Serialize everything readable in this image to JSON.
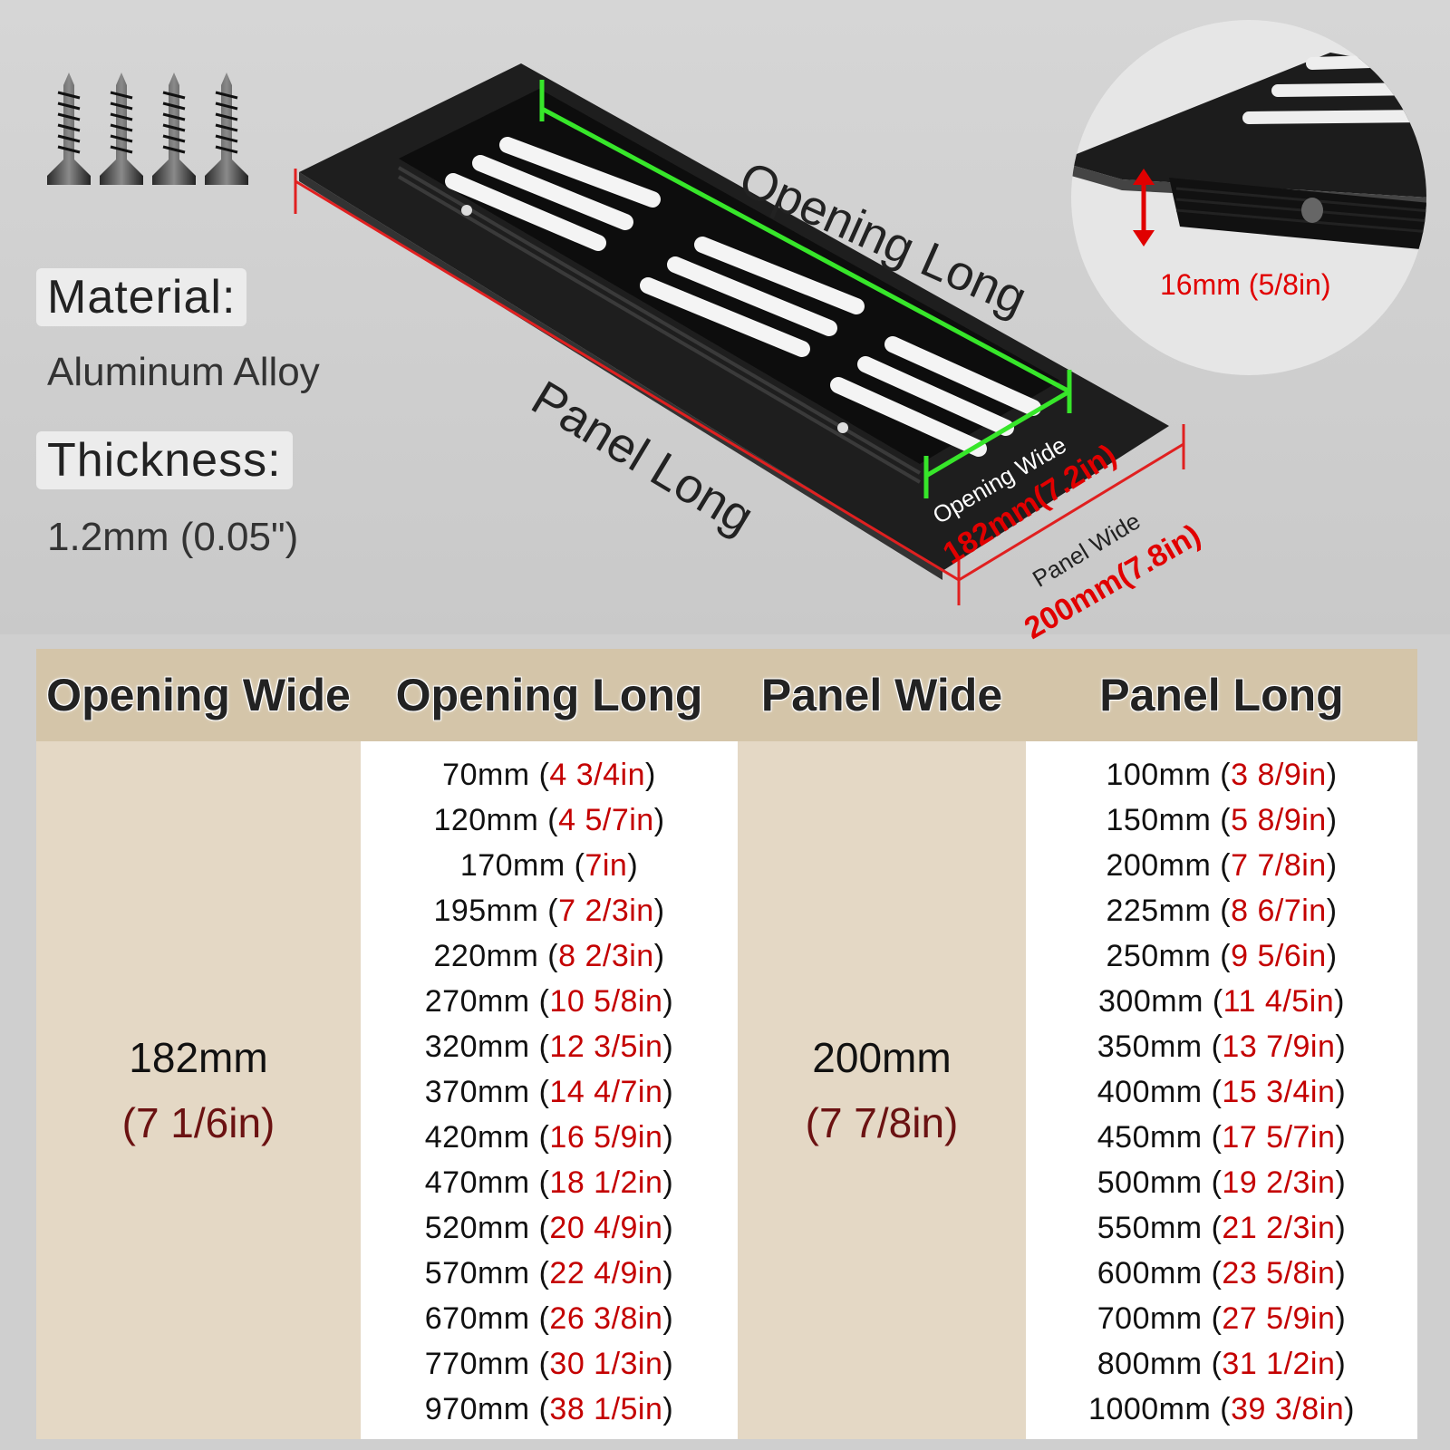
{
  "specs": {
    "material_label": "Material:",
    "material_value": "Aluminum Alloy",
    "thickness_label": "Thickness:",
    "thickness_value": "1.2mm (0.05\")"
  },
  "diagram": {
    "opening_long": "Opening Long",
    "panel_long": "Panel Long",
    "opening_wide": "Opening Wide",
    "opening_wide_value": "182mm(7.2in)",
    "panel_wide": "Panel Wide",
    "panel_wide_value": "200mm(7.8in)",
    "depth_value": "16mm (5/8in)"
  },
  "table": {
    "headers": [
      "Opening Wide",
      "Opening Long",
      "Panel Wide",
      "Panel Long"
    ],
    "opening_wide": {
      "mm": "182mm",
      "in": "(7 1/6in)"
    },
    "panel_wide": {
      "mm": "200mm",
      "in": "(7 7/8in)"
    },
    "opening_long": [
      {
        "mm": "70mm",
        "in": "4 3/4in"
      },
      {
        "mm": "120mm",
        "in": "4 5/7in"
      },
      {
        "mm": "170mm",
        "in": "7in"
      },
      {
        "mm": "195mm",
        "in": "7 2/3in"
      },
      {
        "mm": "220mm",
        "in": "8 2/3in"
      },
      {
        "mm": "270mm",
        "in": "10 5/8in"
      },
      {
        "mm": "320mm",
        "in": "12 3/5in"
      },
      {
        "mm": "370mm",
        "in": "14 4/7in"
      },
      {
        "mm": "420mm",
        "in": "16 5/9in"
      },
      {
        "mm": "470mm",
        "in": "18 1/2in"
      },
      {
        "mm": "520mm",
        "in": "20 4/9in"
      },
      {
        "mm": "570mm",
        "in": "22 4/9in"
      },
      {
        "mm": "670mm",
        "in": "26 3/8in"
      },
      {
        "mm": "770mm",
        "in": "30 1/3in"
      },
      {
        "mm": "970mm",
        "in": "38 1/5in"
      }
    ],
    "panel_long": [
      {
        "mm": "100mm",
        "in": "3 8/9in"
      },
      {
        "mm": "150mm",
        "in": "5 8/9in"
      },
      {
        "mm": "200mm",
        "in": "7 7/8in"
      },
      {
        "mm": "225mm",
        "in": "8 6/7in"
      },
      {
        "mm": "250mm",
        "in": "9 5/6in"
      },
      {
        "mm": "300mm",
        "in": "11 4/5in"
      },
      {
        "mm": "350mm",
        "in": "13 7/9in"
      },
      {
        "mm": "400mm",
        "in": "15 3/4in"
      },
      {
        "mm": "450mm",
        "in": "17 5/7in"
      },
      {
        "mm": "500mm",
        "in": "19 2/3in"
      },
      {
        "mm": "550mm",
        "in": "21 2/3in"
      },
      {
        "mm": "600mm",
        "in": "23 5/8in"
      },
      {
        "mm": "700mm",
        "in": "27 5/9in"
      },
      {
        "mm": "800mm",
        "in": "31 1/2in"
      },
      {
        "mm": "1000mm",
        "in": "39 3/8in"
      }
    ]
  }
}
